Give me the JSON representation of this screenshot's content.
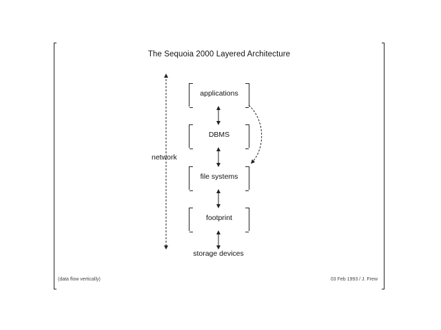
{
  "title": "The Sequoia 2000 Layered Architecture",
  "layers": [
    {
      "label": "applications"
    },
    {
      "label": "DBMS"
    },
    {
      "label": "file systems"
    },
    {
      "label": "footprint"
    }
  ],
  "network_label": "network",
  "storage_label": "storage devices",
  "footer": {
    "left": "(data flow vertically)",
    "right": "03 Feb 1993 / J. Frew"
  }
}
